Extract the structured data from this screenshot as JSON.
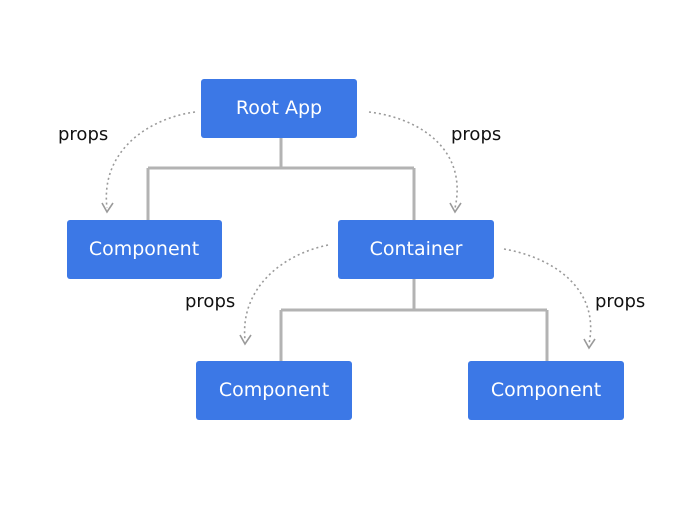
{
  "colors": {
    "node_fill": "#3c78e6",
    "node_text": "#ffffff",
    "connector": "#b3b3b3",
    "arrow": "#9a9a9a",
    "label_text": "#111111"
  },
  "nodes": {
    "root": {
      "label": "Root App"
    },
    "left_component": {
      "label": "Component"
    },
    "container": {
      "label": "Container"
    },
    "bottom_left_component": {
      "label": "Component"
    },
    "bottom_right_component": {
      "label": "Component"
    }
  },
  "edge_labels": {
    "root_to_left": "props",
    "root_to_container": "props",
    "container_to_bottom_left": "props",
    "container_to_bottom_right": "props"
  }
}
